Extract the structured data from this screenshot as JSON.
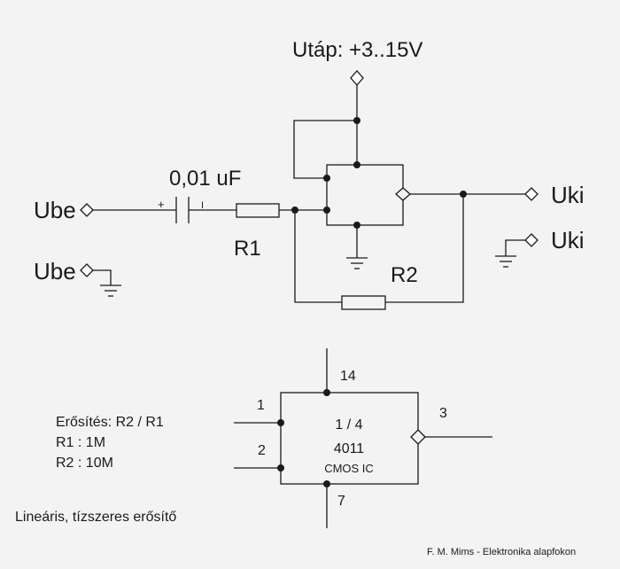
{
  "circuit": {
    "supply_label": "Utáp: +3..15V",
    "input_label": "Ube",
    "input_ground_label": "Ube",
    "output_label": "Uki",
    "output_ground_label": "Uki",
    "capacitor_label": "0,01 uF",
    "cap_plus": "+",
    "cap_minus": "I",
    "r1_label": "R1",
    "r2_label": "R2"
  },
  "pinout": {
    "pin_vdd": "14",
    "pin_in1": "1",
    "pin_in2": "2",
    "pin_out": "3",
    "pin_vss": "7",
    "gate_fraction": "1 / 4",
    "part_number": "4011",
    "ic_type": "CMOS IC"
  },
  "notes": {
    "gain_formula": "Erősítés: R2 / R1",
    "r1_value": "R1 :  1M",
    "r2_value": "R2 : 10M",
    "caption": "Lineáris, tízszeres erősítő",
    "credit": "F. M. Mims - Elektronika alapfokon"
  }
}
